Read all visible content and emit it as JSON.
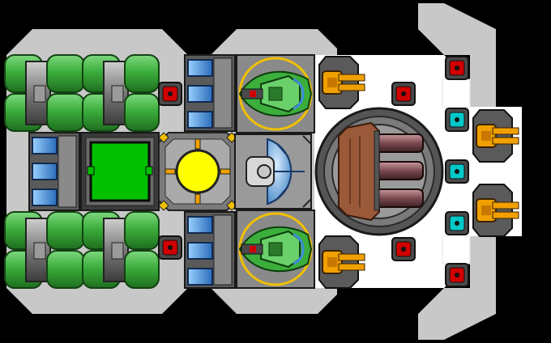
{
  "view": {
    "title": "",
    "background": "#000000"
  },
  "palette": {
    "hull_grey": "#c8c8c8",
    "deck_white": "#ffffff",
    "tank_green": "#3cae3c",
    "console_green": "#00c000",
    "reactor_yellow": "#ffff00",
    "accent_orange": "#f0a000",
    "red_socket": "#d00000",
    "cyan_socket": "#00c8c8",
    "blue_cell": "#3c8cdc",
    "cargo_brown": "#9a5a3a"
  },
  "modules": {
    "fuel_tank_banks": 4,
    "battery_columns": 3,
    "engine_pods": 2,
    "cannon_turrets": 4,
    "red_sockets": 6,
    "cyan_sockets": 3,
    "cargo_pipes": 3
  },
  "icons": [
    "fuel-tank-icon",
    "battery-icon",
    "command-console-icon",
    "reactor-core-icon",
    "engine-pod-icon",
    "shield-generator-icon",
    "cannon-turret-icon",
    "cargo-hold-icon",
    "power-socket-icon"
  ]
}
